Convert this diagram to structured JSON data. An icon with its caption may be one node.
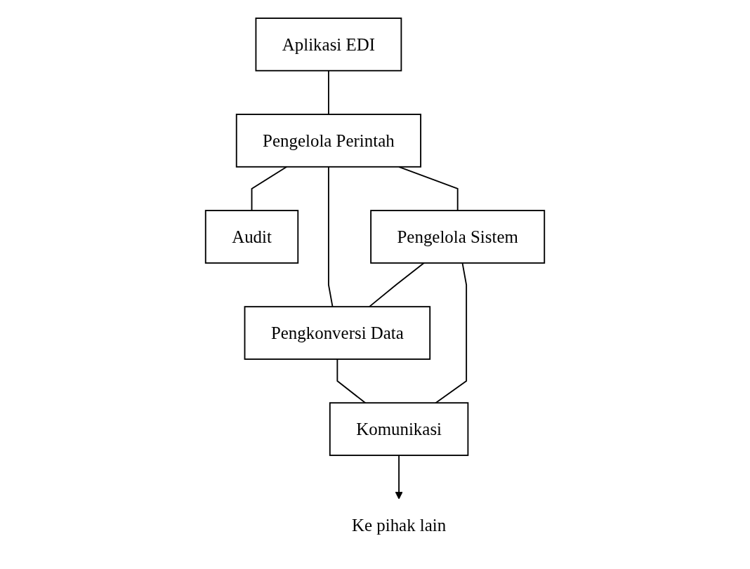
{
  "diagram": {
    "nodes": [
      {
        "text": [
          "Aplikasi EDI"
        ]
      },
      {
        "text": [
          "Pengelola Perintah"
        ]
      },
      {
        "text": [
          "Audit"
        ]
      },
      {
        "text": [
          "Pengelola Sistem"
        ]
      },
      {
        "text": [
          "Pengkonversi Data"
        ]
      },
      {
        "text": [
          "Komunikasi"
        ]
      },
      {
        "text": [
          "Ke pihak lain"
        ]
      }
    ],
    "edges": [
      {
        "from": 0,
        "to": 1,
        "arrow": "none"
      },
      {
        "from": 1,
        "to": 2,
        "arrow": "none"
      },
      {
        "from": 1,
        "to": 3,
        "arrow": "none"
      },
      {
        "from": 1,
        "to": 4,
        "arrow": "none"
      },
      {
        "from": 3,
        "to": 4,
        "arrow": "none"
      },
      {
        "from": 4,
        "to": 5,
        "arrow": "none"
      },
      {
        "from": 3,
        "to": 5,
        "arrow": "none"
      },
      {
        "from": 5,
        "to": 6,
        "arrow": "to"
      }
    ]
  }
}
